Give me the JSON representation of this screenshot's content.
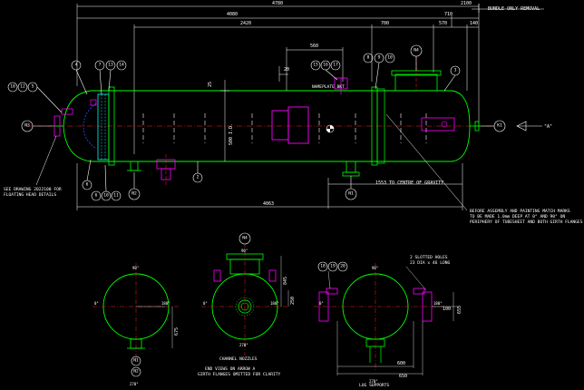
{
  "dimensions": {
    "overall": "4780",
    "bundle_removal": "2100",
    "bundle_removal_note": "BUNDLE ONLY REMOVAL",
    "d4080": "4080",
    "d2420": "2420",
    "d700": "700",
    "d710": "710",
    "d570": "570",
    "d140": "140",
    "d560": "560",
    "d20": "20",
    "d1553": "1553 TO CENTRE OF GRAVITY",
    "d4063": "4063",
    "bore": "500 I.D.",
    "d25": "25",
    "end_d600": "600",
    "end_d650": "650",
    "end_d100": "100",
    "end_d655": "655",
    "end_d845": "845",
    "end_d675": "675",
    "end_d250": "250"
  },
  "balloons": {
    "b4": "4",
    "b7": "7",
    "b13": "13",
    "b14": "14",
    "b10": "10",
    "b12": "12",
    "b5": "5",
    "b15": "15",
    "b16": "16",
    "b17": "17",
    "b8": "8",
    "b9": "9",
    "b10b": "10",
    "b3": "3",
    "b6": "6",
    "b11": "11",
    "b2": "2",
    "b18": "18",
    "b19": "19",
    "b20": "20"
  },
  "nozzles": {
    "n4_top": "N4",
    "n3": "N3",
    "k1": "K1",
    "n2": "N2",
    "n1": "N1",
    "n4_end": "N4",
    "n1_end": "N1",
    "n2_end": "N2"
  },
  "labels": {
    "view_a": "\"A\"",
    "nameplate": "NAMEPLATE BKT",
    "see_drawing_1": "SEE DRAWING 2022100 FOR",
    "see_drawing_2": "FLOATING HEAD DETAILS",
    "before_1": "BEFORE ASSEMBLY AND PAINTING MATCH MARKS",
    "before_2": "TO BE MADE 1.0mm DEEP AT 0° AND 90° ON",
    "before_3": "PERIPHERY OF TUBESHEET AND BOTH GIRTH FLANGES",
    "slotted_1": "2 SLOTTED HOLES",
    "slotted_2": "23 DIA x 46 LONG",
    "channel_nozzles": "CHANNEL NOZZLES",
    "end_views_1": "END VIEWS ON ARROW A",
    "end_views_2": "GIRTH FLANGES OMITTED FOR CLARITY",
    "lug_supports": "LUG SUPPORTS"
  },
  "angles": {
    "a0": "0°",
    "a90": "90°",
    "a180": "180°",
    "a270": "270°"
  },
  "colors": {
    "background": "#000000",
    "outline": "#00ff00",
    "centerline": "#ff2020",
    "dimension": "#ffffff",
    "nozzle": "#ff00ff",
    "tubesheet": "#00ffff",
    "blue": "#3050ff"
  }
}
